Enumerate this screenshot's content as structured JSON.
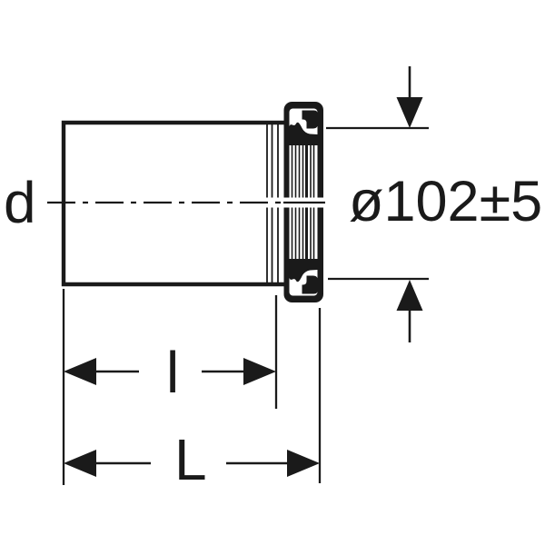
{
  "figure": {
    "type": "technical-drawing",
    "subject": "pipe-connector-with-seal-flange",
    "labels": {
      "d": "d",
      "l": "l",
      "L": "L",
      "diameter": "ø102±5"
    },
    "colors": {
      "line": "#1a1a1a",
      "background": "#ffffff"
    }
  }
}
